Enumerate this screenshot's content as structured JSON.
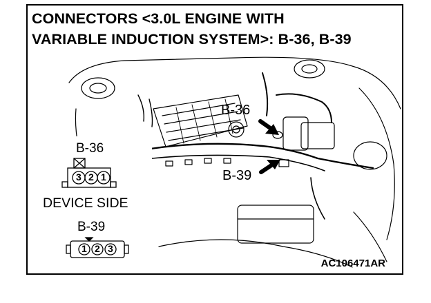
{
  "title": {
    "line1": "CONNECTORS <3.0L ENGINE WITH",
    "line2": "VARIABLE INDUCTION SYSTEM>: B-36, B-39"
  },
  "callouts": {
    "b36": "B-36",
    "b39": "B-39"
  },
  "legend": {
    "b36_label": "B-36",
    "b36_pins": [
      "3",
      "2",
      "1"
    ],
    "device_side": "DEVICE SIDE",
    "b39_label": "B-39",
    "b39_pins": [
      "1",
      "2",
      "3"
    ]
  },
  "figure_code": "AC106471AR"
}
